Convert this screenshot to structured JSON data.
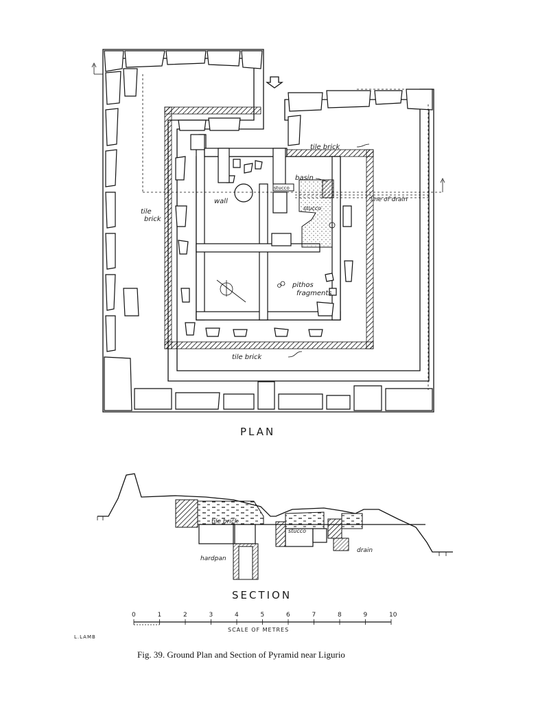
{
  "plan": {
    "title": "PLAN",
    "labels": {
      "tile_brick_top": "tile brick",
      "tile_brick_left": "tile",
      "tile_brick_left_2": "brick",
      "tile_brick_bottom": "tile brick",
      "wall": "wall",
      "stucco_small": "stucco",
      "basin": "basin",
      "stucco": "stucco",
      "line_of_drain": "line of drain",
      "pithos": "pithos",
      "fragments": "fragments"
    }
  },
  "section": {
    "title": "SECTION",
    "labels": {
      "tile_brick": "tile brick",
      "stucco": "stucco",
      "drain": "drain",
      "hardpan": "hardpan"
    }
  },
  "scale": {
    "ticks": [
      "0",
      "1",
      "2",
      "3",
      "4",
      "5",
      "6",
      "7",
      "8",
      "9",
      "10"
    ],
    "label": "SCALE OF METRES"
  },
  "signature": "L.LAMB",
  "caption": "Fig. 39.   Ground Plan and Section of Pyramid near Ligurio"
}
